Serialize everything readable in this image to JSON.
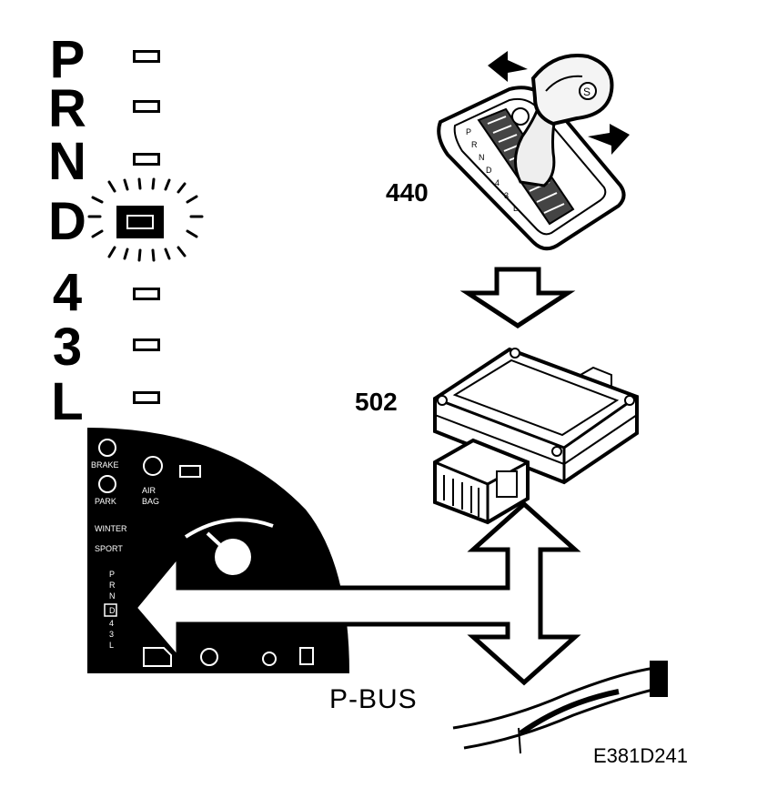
{
  "gear_selector": {
    "positions": [
      "P",
      "R",
      "N",
      "D",
      "4",
      "3",
      "L"
    ],
    "active": "D"
  },
  "callouts": {
    "shifter": "440",
    "control_module": "502"
  },
  "bus_label": "P-BUS",
  "figure_code": "E381D241",
  "cluster": {
    "warning_labels": [
      "BRAKE",
      "PARK",
      "AIR BAG"
    ],
    "mode_labels": [
      "WINTER",
      "SPORT"
    ],
    "gear_column": [
      "P",
      "R",
      "N",
      "D",
      "4",
      "3",
      "L"
    ]
  }
}
